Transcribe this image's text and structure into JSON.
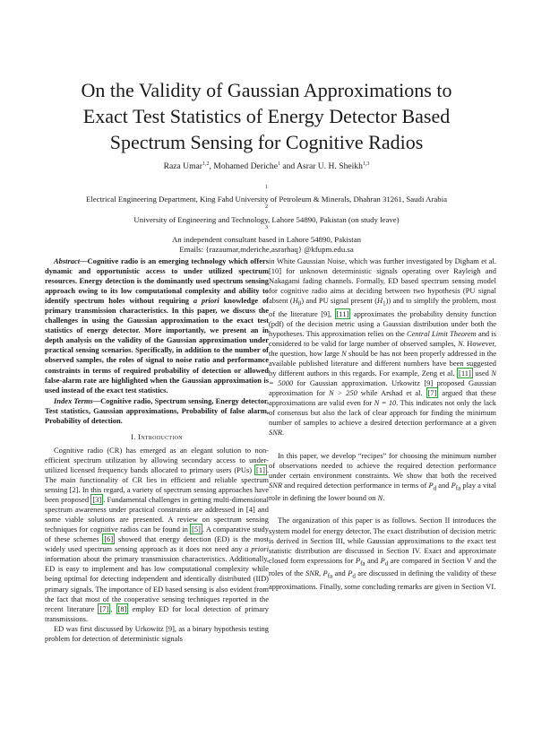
{
  "title_lines": [
    "On the Validity of Gaussian Approximations to",
    "Exact Test Statistics of Energy Detector Based",
    "Spectrum Sensing for Cognitive Radios"
  ],
  "authors": {
    "a1": "Raza Umar",
    "a1_sup": "1,2",
    "a2": "Mohamed Deriche",
    "a2_sup": "1",
    "a3": "Asrar U. H. Sheikh",
    "a3_sup": "1,3",
    "sep1": ", ",
    "sep2": " and "
  },
  "affiliations": [
    {
      "sup": "1",
      "text": "Electrical Engineering Department, King Fahd University of Petroleum & Minerals, Dhahran 31261, Saudi Arabia"
    },
    {
      "sup": "2",
      "text": "University of Engineering and Technology, Lahore 54890, Pakistan (on study leave)"
    },
    {
      "sup": "3",
      "text": "An independent consultant based in Lahore 54890, Pakistan"
    }
  ],
  "emails": "Emails: {razaumar,mderiche,asrarhaq} @kfupm.edu.sa",
  "abstract": {
    "label": "Abstract",
    "dash": "—",
    "t1": "Cognitive radio is an emerging technology which offers dynamic and opportunistic access to under utilized spectrum resources. Energy detection is the dominantly used spectrum sensing approach owing to its low computational complexity and ability to identify spectrum holes without requiring ",
    "t1_italic": "a priori",
    "t2": " knowledge of primary transmission characteristics. In this paper, we discuss the challenges in using the Gaussian approximation to the exact test statistics of energy detector. More importantly, we present an in depth analysis on the validity of the Gaussian approximation under practical sensing scenarios. Specifically, in addition to the number of observed samples, the roles of signal to noise ratio and performance constraints in terms of required probability of detection or allowed false-alarm rate are highlighted when the Gaussian approximation is used instead of the exact test statistics."
  },
  "index_terms": {
    "label": "Index Terms",
    "dash": "—",
    "text": "Cognitive radio, Spectrum sensing, Energy detector, Test statistics, Gaussian approximations, Probability of false alarm, Probability of detection."
  },
  "section1": {
    "num": "I. ",
    "title": "Introduction"
  },
  "intro_p1": {
    "t1": "Cognitive radio (CR) has emerged as an elegant solution to non-efficient spectrum utilization by allowing secondary access to under-utilized licensed frequency bands allocated to primary users (PUs) ",
    "c1": "[1]",
    "t2": ". The main functionality of CR lies in efficient and reliable spectrum sensing [2]. In this regard, a variety of spectrum sensing approaches have been proposed ",
    "c2": "[3]",
    "t3": ". Fundamental challenges in getting multi-dimensional spectrum awareness under practical constraints are addressed in [4] and some viable solutions are presented. A review on spectrum sensing techniques for cognitive radios can be found in ",
    "c3": "[5]",
    "t4": ". A comparative study of these schemes ",
    "c4": "[6]",
    "t5": " showed that energy detection (ED) is the most widely used spectrum sensing approach as it does not need any ",
    "t5_italic": "a priori",
    "t6": " information about the primary transmission characteristics. Additionally, ED is easy to implement and has low computational complexity while being optimal for detecting independent and identically distributed (IID) primary signals. The importance of ED based sensing is also evident from the fact that most of the cooperative sensing techniques reported in the recent literature ",
    "c5": "[7]",
    "t7": ", ",
    "c6": "[8]",
    "t8": " employ ED for local detection of primary transmissions."
  },
  "intro_p2": "ED was first discussed by Urkowitz [9], as a binary hypothesis testing problem for detection of deterministic signals",
  "right_p1": {
    "t1": "in White Gaussian Noise, which was further investigated by Digham et al. [10] for unknown deterministic signals operating over Rayleigh and Nakagami fading channels. Formally, ED based spectrum sensing model for cognitive radio aims at deciding between two hypothesis (PU signal absent (",
    "h0": "H",
    "h0_sub": "0",
    "t2": ") and PU signal present (",
    "h1": "H",
    "h1_sub": "1",
    "t3": ")) and to simplify the problem, most of the literature [9], ",
    "c1": "[11]",
    "t4": " approximates the probability density function (pdf) of the decision metric using a Gaussian distribution under both the hypotheses. This approximation relies on the ",
    "clt": "Central Limit Theorem",
    "t5": " and is considered to be valid for large number of observed samples, ",
    "n1": "N",
    "t6": ". However, the question, how large ",
    "n2": "N",
    "t7": " should be has not been properly addressed in the available published literature and different numbers have been suggested by different authors in this regards. For example, Zeng et al. ",
    "c2": "[11]",
    "t8": " used ",
    "eq1": "N = 5000",
    "t9": " for Gaussian approximation. Urkowitz [9] proposed Gaussian approximation for ",
    "eq2": "N > 250",
    "t10": " while Arshad et al. ",
    "c3": "[7]",
    "t11": " argued that these approximations are valid even for ",
    "eq3": "N = 10",
    "t12": ". This indicates not only the lack of consensus but also the lack of clear approach for finding the minimum number of samples to achieve a desired detection performance at a given ",
    "snr1": "SNR",
    "t13": "."
  },
  "right_p2": {
    "t1": "In this paper, we develop “recipes” for choosing the minimum number of observations needed to achieve the required detection performance under certain environment constraints. We show that both the received ",
    "snr": "SNR",
    "t2": " and required detection performance in terms of ",
    "pd": "P",
    "pd_sub": "d",
    "t3": " and ",
    "pfa": "P",
    "pfa_sub": "fa",
    "t4": " play a vital role in defining the lower bound on ",
    "n": "N",
    "t5": "."
  },
  "right_p3": {
    "t1": "The organization of this paper is as follows. Section II introduces the system model for energy detector. The exact distribution of decision metric is derived in Section III, while Gaussian approximations to the exact test statistic distribution are discussed in Section IV. Exact and approximate closed form expressions for ",
    "pfa": "P",
    "pfa_sub": "fa",
    "t2": " and ",
    "pd": "P",
    "pd_sub": "d",
    "t3": " are compared in Section V and the roles of the ",
    "snr": "SNR",
    "t4": ", ",
    "pfa2": "P",
    "pfa2_sub": "fa",
    "t5": " and ",
    "pd2": "P",
    "pd2_sub": "d",
    "t6": " are discussed in defining the validity of these approximations. Finally, some concluding remarks are given in Section VI."
  }
}
